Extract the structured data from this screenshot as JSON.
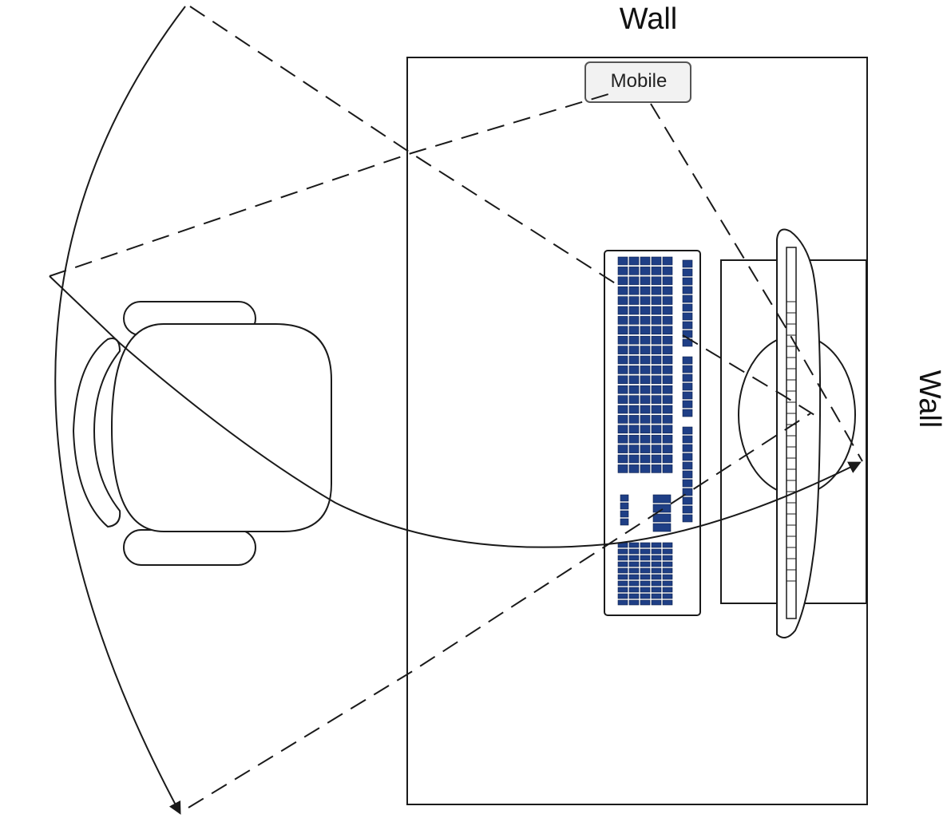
{
  "labels": {
    "wall_top": "Wall",
    "wall_right": "Wall",
    "mobile": "Mobile"
  },
  "icons": {
    "chair": "office-chair-icon",
    "keyboard": "keyboard-icon",
    "monitor": "monitor-icon",
    "mobile": "mobile-phone-icon"
  },
  "colors": {
    "line": "#1a1a1a",
    "key_fill": "#1f3f86",
    "phone_fill": "#f2f2f2"
  }
}
